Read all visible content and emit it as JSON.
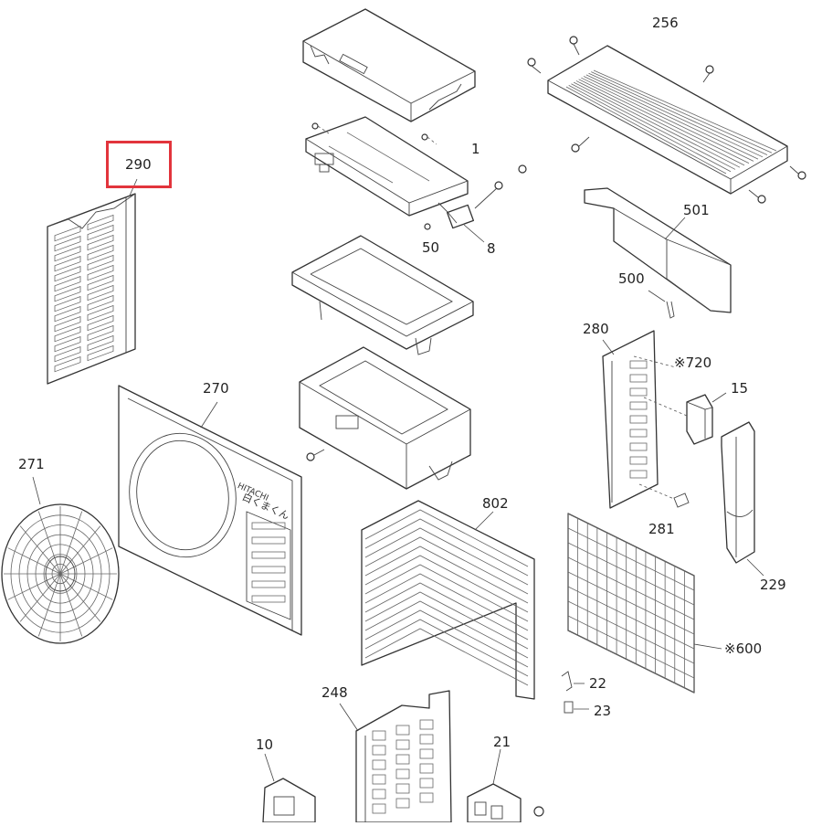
{
  "labels": {
    "p256": "256",
    "p290": "290",
    "p1": "1",
    "p50": "50",
    "p8": "8",
    "p501": "501",
    "p500": "500",
    "p280": "280",
    "p720": "※720",
    "p15": "15",
    "p270": "270",
    "p271": "271",
    "p802": "802",
    "p281": "281",
    "p229": "229",
    "p600": "※600",
    "p22": "22",
    "p23": "23",
    "p248": "248",
    "p10": "10",
    "p21": "21"
  },
  "panel_logo": {
    "brand": "HITACHI",
    "series": "白くまくん"
  },
  "highlight": {
    "target": "290",
    "color": "#e2343c"
  }
}
